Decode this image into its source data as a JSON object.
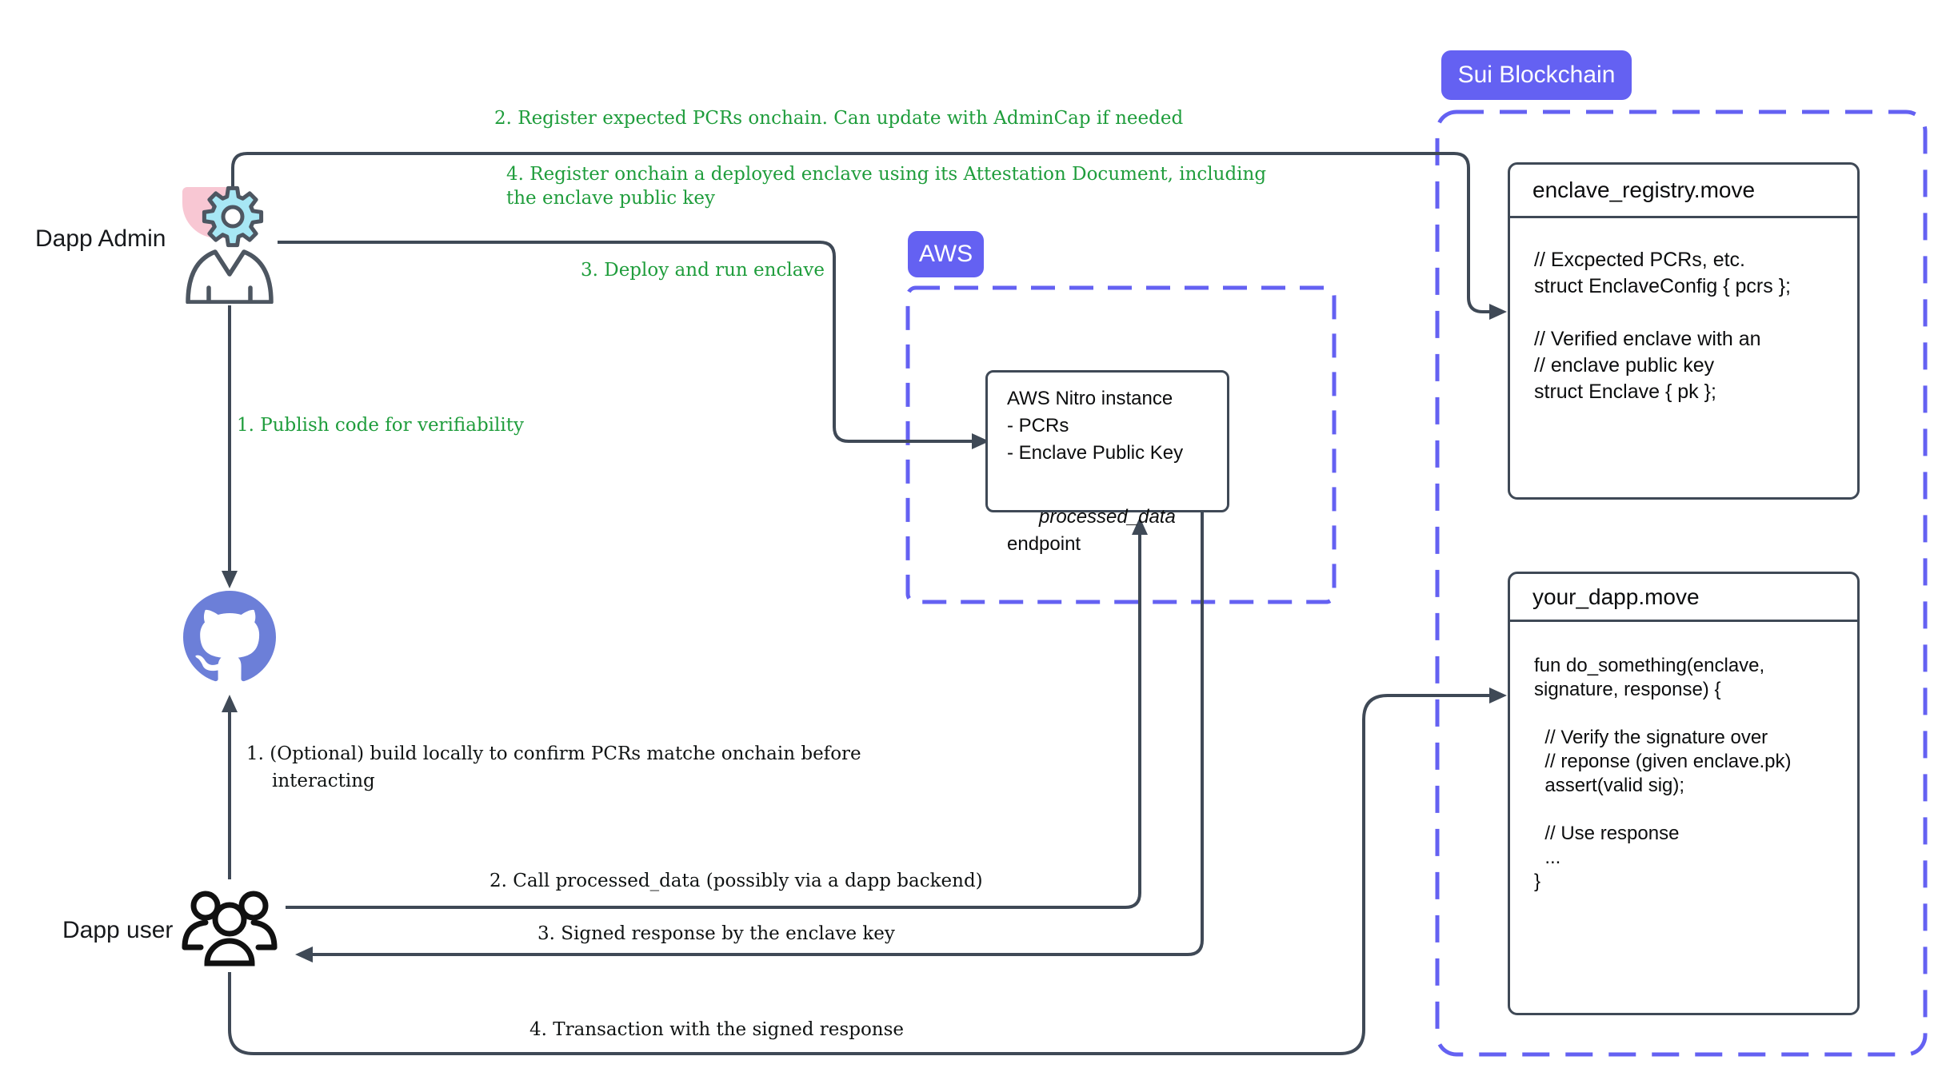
{
  "colors": {
    "accent_purple": "#6461f2",
    "annotation_green": "#1f9d3c",
    "wire_dark": "#3f4956",
    "pink_note": "#f8c7d3",
    "gear_cyan": "#a7e7f4",
    "github_blue": "#6c7fd8",
    "text_black": "#0c0d0e"
  },
  "admin": {
    "label": "Dapp Admin"
  },
  "user": {
    "label": "Dapp user"
  },
  "aws": {
    "badge": "AWS"
  },
  "sui": {
    "badge": "Sui Blockchain"
  },
  "nitro": {
    "title": "AWS Nitro instance",
    "items": [
      "- PCRs",
      "- Enclave Public Key"
    ],
    "endpoint_italic": "processed_data",
    "endpoint_rest": " endpoint"
  },
  "enclave_registry": {
    "title": "enclave_registry.move",
    "lines": [
      "// Excpected PCRs, etc.",
      "struct EnclaveConfig { pcrs };",
      "",
      "// Verified enclave with an",
      "// enclave public key",
      "struct Enclave { pk };"
    ]
  },
  "your_dapp": {
    "title": "your_dapp.move",
    "lines": [
      "fun do_something(enclave,",
      "signature, response) {",
      "",
      "  // Verify the signature over",
      "  // reponse (given enclave.pk)",
      "  assert(valid sig);",
      "",
      "  // Use response",
      "  ...",
      "}"
    ]
  },
  "annotations": {
    "green": {
      "register_pcrs": "2. Register expected PCRs onchain. Can update with AdminCap if needed",
      "register_enclave": "4. Register onchain a deployed enclave using its Attestation Document, including the enclave public key",
      "deploy": "3. Deploy and run enclave",
      "publish": "1. Publish code for verifiability"
    },
    "black": {
      "optional_build": "1. (Optional) build locally to confirm PCRs matche onchain before interacting",
      "call_endpoint": "2. Call processed_data (possibly via a dapp backend)",
      "signed_response": "3. Signed response by the enclave key",
      "transaction": "4. Transaction with the signed response"
    }
  },
  "icons": {
    "gear": "gear-icon",
    "admin_person": "person-icon",
    "github": "github-octocat-icon",
    "users": "users-group-icon"
  }
}
